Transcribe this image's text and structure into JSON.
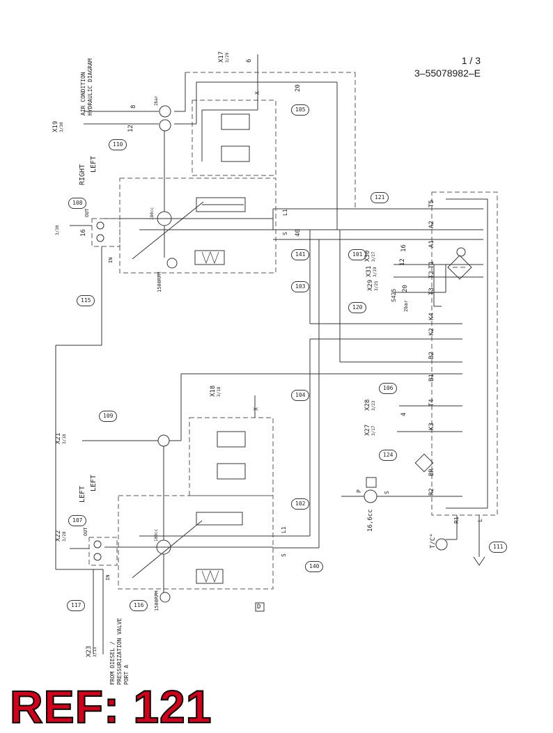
{
  "header": {
    "page": "1 / 3",
    "drawing_number": "3–55078982–E"
  },
  "ref_label": "REF: 121",
  "diagram_title": [
    "AIR CONDITION",
    "HYDRAULIC DIAGRAM"
  ],
  "sections": {
    "right_label": "RIGHT",
    "left_label": "LEFT"
  },
  "balloons": [
    "105",
    "110",
    "108",
    "115",
    "141",
    "103",
    "101",
    "120",
    "121",
    "104",
    "106",
    "109",
    "124",
    "107",
    "102",
    "140",
    "117",
    "116",
    "111"
  ],
  "connectors": [
    {
      "id": "X17",
      "ref": "3/29"
    },
    {
      "id": "X19",
      "ref": "3/30"
    },
    {
      "id": "X18",
      "ref": "3/18"
    },
    {
      "id": "X21",
      "ref": "3/18"
    },
    {
      "id": "X22",
      "ref": "3/28"
    },
    {
      "id": "X23",
      "ref": "3/13"
    },
    {
      "id": "X28",
      "ref": "3/23"
    },
    {
      "id": "X27",
      "ref": "3/17"
    },
    {
      "id": "X29",
      "ref": "3/25"
    },
    {
      "id": "X30",
      "ref": "3/27"
    },
    {
      "id": "X31",
      "ref": "3/19"
    }
  ],
  "ports": [
    "T5",
    "A2",
    "A1",
    "T1",
    "T2",
    "T3",
    "K4",
    "K2",
    "B2",
    "B1",
    "T4",
    "K3",
    "BR",
    "R2"
  ],
  "line_sizes": [
    "6",
    "8",
    "12",
    "16",
    "20",
    "40",
    "4",
    "16",
    "20",
    "12"
  ],
  "misc_labels": {
    "out": "OUT",
    "in": "IN",
    "l1": "L1",
    "s": "S",
    "x": "X",
    "p": "P",
    "r1": "R1",
    "l": "L",
    "rpm": "1500RPM",
    "motor_cc": "16,6cc",
    "tc": "T/C°",
    "valve": "S425",
    "pressure": "2bar",
    "box": "D",
    "ref330": "3/30",
    "bar_small": "2bar",
    "cc_right": "180cc",
    "cc_left": "100cc"
  },
  "source_note": [
    "FROM DIESEL /",
    "PRESSURIZATION VALVE",
    "PORT A"
  ]
}
